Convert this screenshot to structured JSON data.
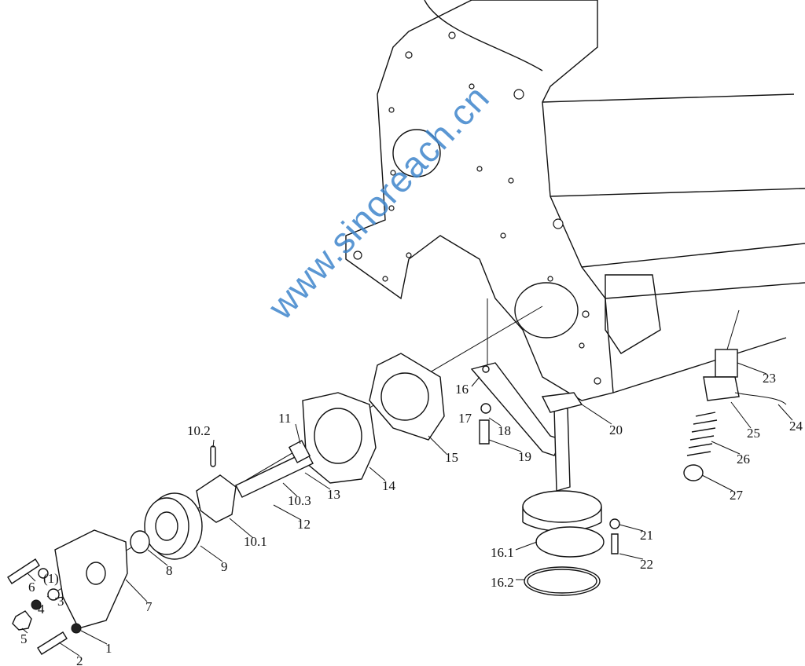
{
  "watermark": "www.sinoreach.cn",
  "callouts": {
    "c1": "1",
    "c1p": "(1)",
    "c2": "2",
    "c3": "3",
    "c4": "4",
    "c5": "5",
    "c6": "6",
    "c7": "7",
    "c8": "8",
    "c9": "9",
    "c10_1": "10.1",
    "c10_2": "10.2",
    "c10_3": "10.3",
    "c11": "11",
    "c12": "12",
    "c13": "13",
    "c14": "14",
    "c15": "15",
    "c16": "16",
    "c16_1": "16.1",
    "c16_2": "16.2",
    "c17": "17",
    "c18": "18",
    "c19": "19",
    "c20": "20",
    "c21": "21",
    "c22": "22",
    "c23": "23",
    "c24": "24",
    "c25": "25",
    "c26": "26",
    "c27": "27"
  }
}
